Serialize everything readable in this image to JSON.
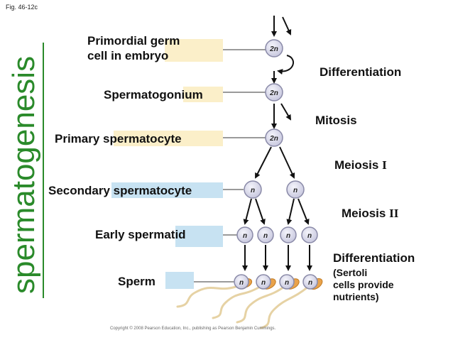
{
  "figure_label": "Fig. 46-12c",
  "vertical_title": "spermatogenesis",
  "stages": [
    {
      "label": "Primordial germ cell in embryo",
      "line1": "Primordial germ",
      "line2": "cell in embryo",
      "ploidy": "2n"
    },
    {
      "label": "Spermatogonium",
      "ploidy": "2n"
    },
    {
      "label": "Primary spermatocyte",
      "ploidy": "2n"
    },
    {
      "label": "Secondary spermatocyte",
      "ploidy": "n"
    },
    {
      "label": "Early spermatid",
      "ploidy": "n"
    },
    {
      "label": "Sperm",
      "ploidy": "n"
    }
  ],
  "processes": {
    "differentiation": "Differentiation",
    "mitosis": "Mitosis",
    "meiosis1_word": "Meiosis",
    "meiosis1_num": "I",
    "meiosis2_word": "Meiosis",
    "meiosis2_num": "II",
    "differentiation2": "Differentiation",
    "sertoli_1": "(Sertoli",
    "sertoli_2": "cells provide",
    "sertoli_3": "nutrients)"
  },
  "colors": {
    "title_green": "#2a8a2a",
    "highlight_yellow": "#fbefc9",
    "highlight_blue": "#c7e2f2",
    "cell_fill": "#dcdcec",
    "sperm_head": "#e9a24a"
  },
  "copyright": "Copyright © 2008 Pearson Education, Inc., publishing as Pearson Benjamin Cummings."
}
